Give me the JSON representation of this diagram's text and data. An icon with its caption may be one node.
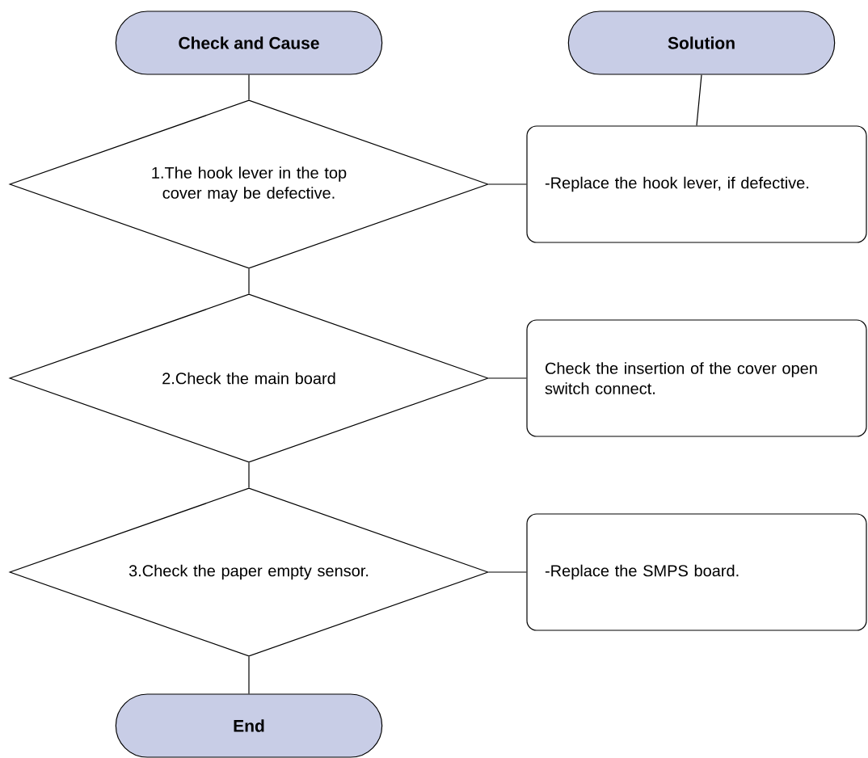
{
  "diagram": {
    "nodes": [
      {
        "text": [
          "Check and Cause"
        ]
      },
      {
        "text": [
          "Solution"
        ]
      },
      {
        "text": [
          "1.The hook lever in the top cover may be defective."
        ]
      },
      {
        "text": [
          "-Replace the hook lever, if defective."
        ]
      },
      {
        "text": [
          "2.Check the main board"
        ]
      },
      {
        "text": [
          "Check the insertion of the cover open switch connect."
        ]
      },
      {
        "text": [
          "3.Check the paper empty sensor."
        ]
      },
      {
        "text": [
          "-Replace the SMPS board."
        ]
      },
      {
        "text": [
          "End"
        ]
      }
    ],
    "edges": [
      {
        "from": 0,
        "to": 2,
        "arrow": "none"
      },
      {
        "from": 1,
        "to": 3,
        "arrow": "none"
      },
      {
        "from": 2,
        "to": 3,
        "arrow": "none"
      },
      {
        "from": 2,
        "to": 4,
        "arrow": "none"
      },
      {
        "from": 4,
        "to": 5,
        "arrow": "none"
      },
      {
        "from": 4,
        "to": 6,
        "arrow": "none"
      },
      {
        "from": 6,
        "to": 7,
        "arrow": "none"
      },
      {
        "from": 6,
        "to": 8,
        "arrow": "none"
      }
    ]
  }
}
